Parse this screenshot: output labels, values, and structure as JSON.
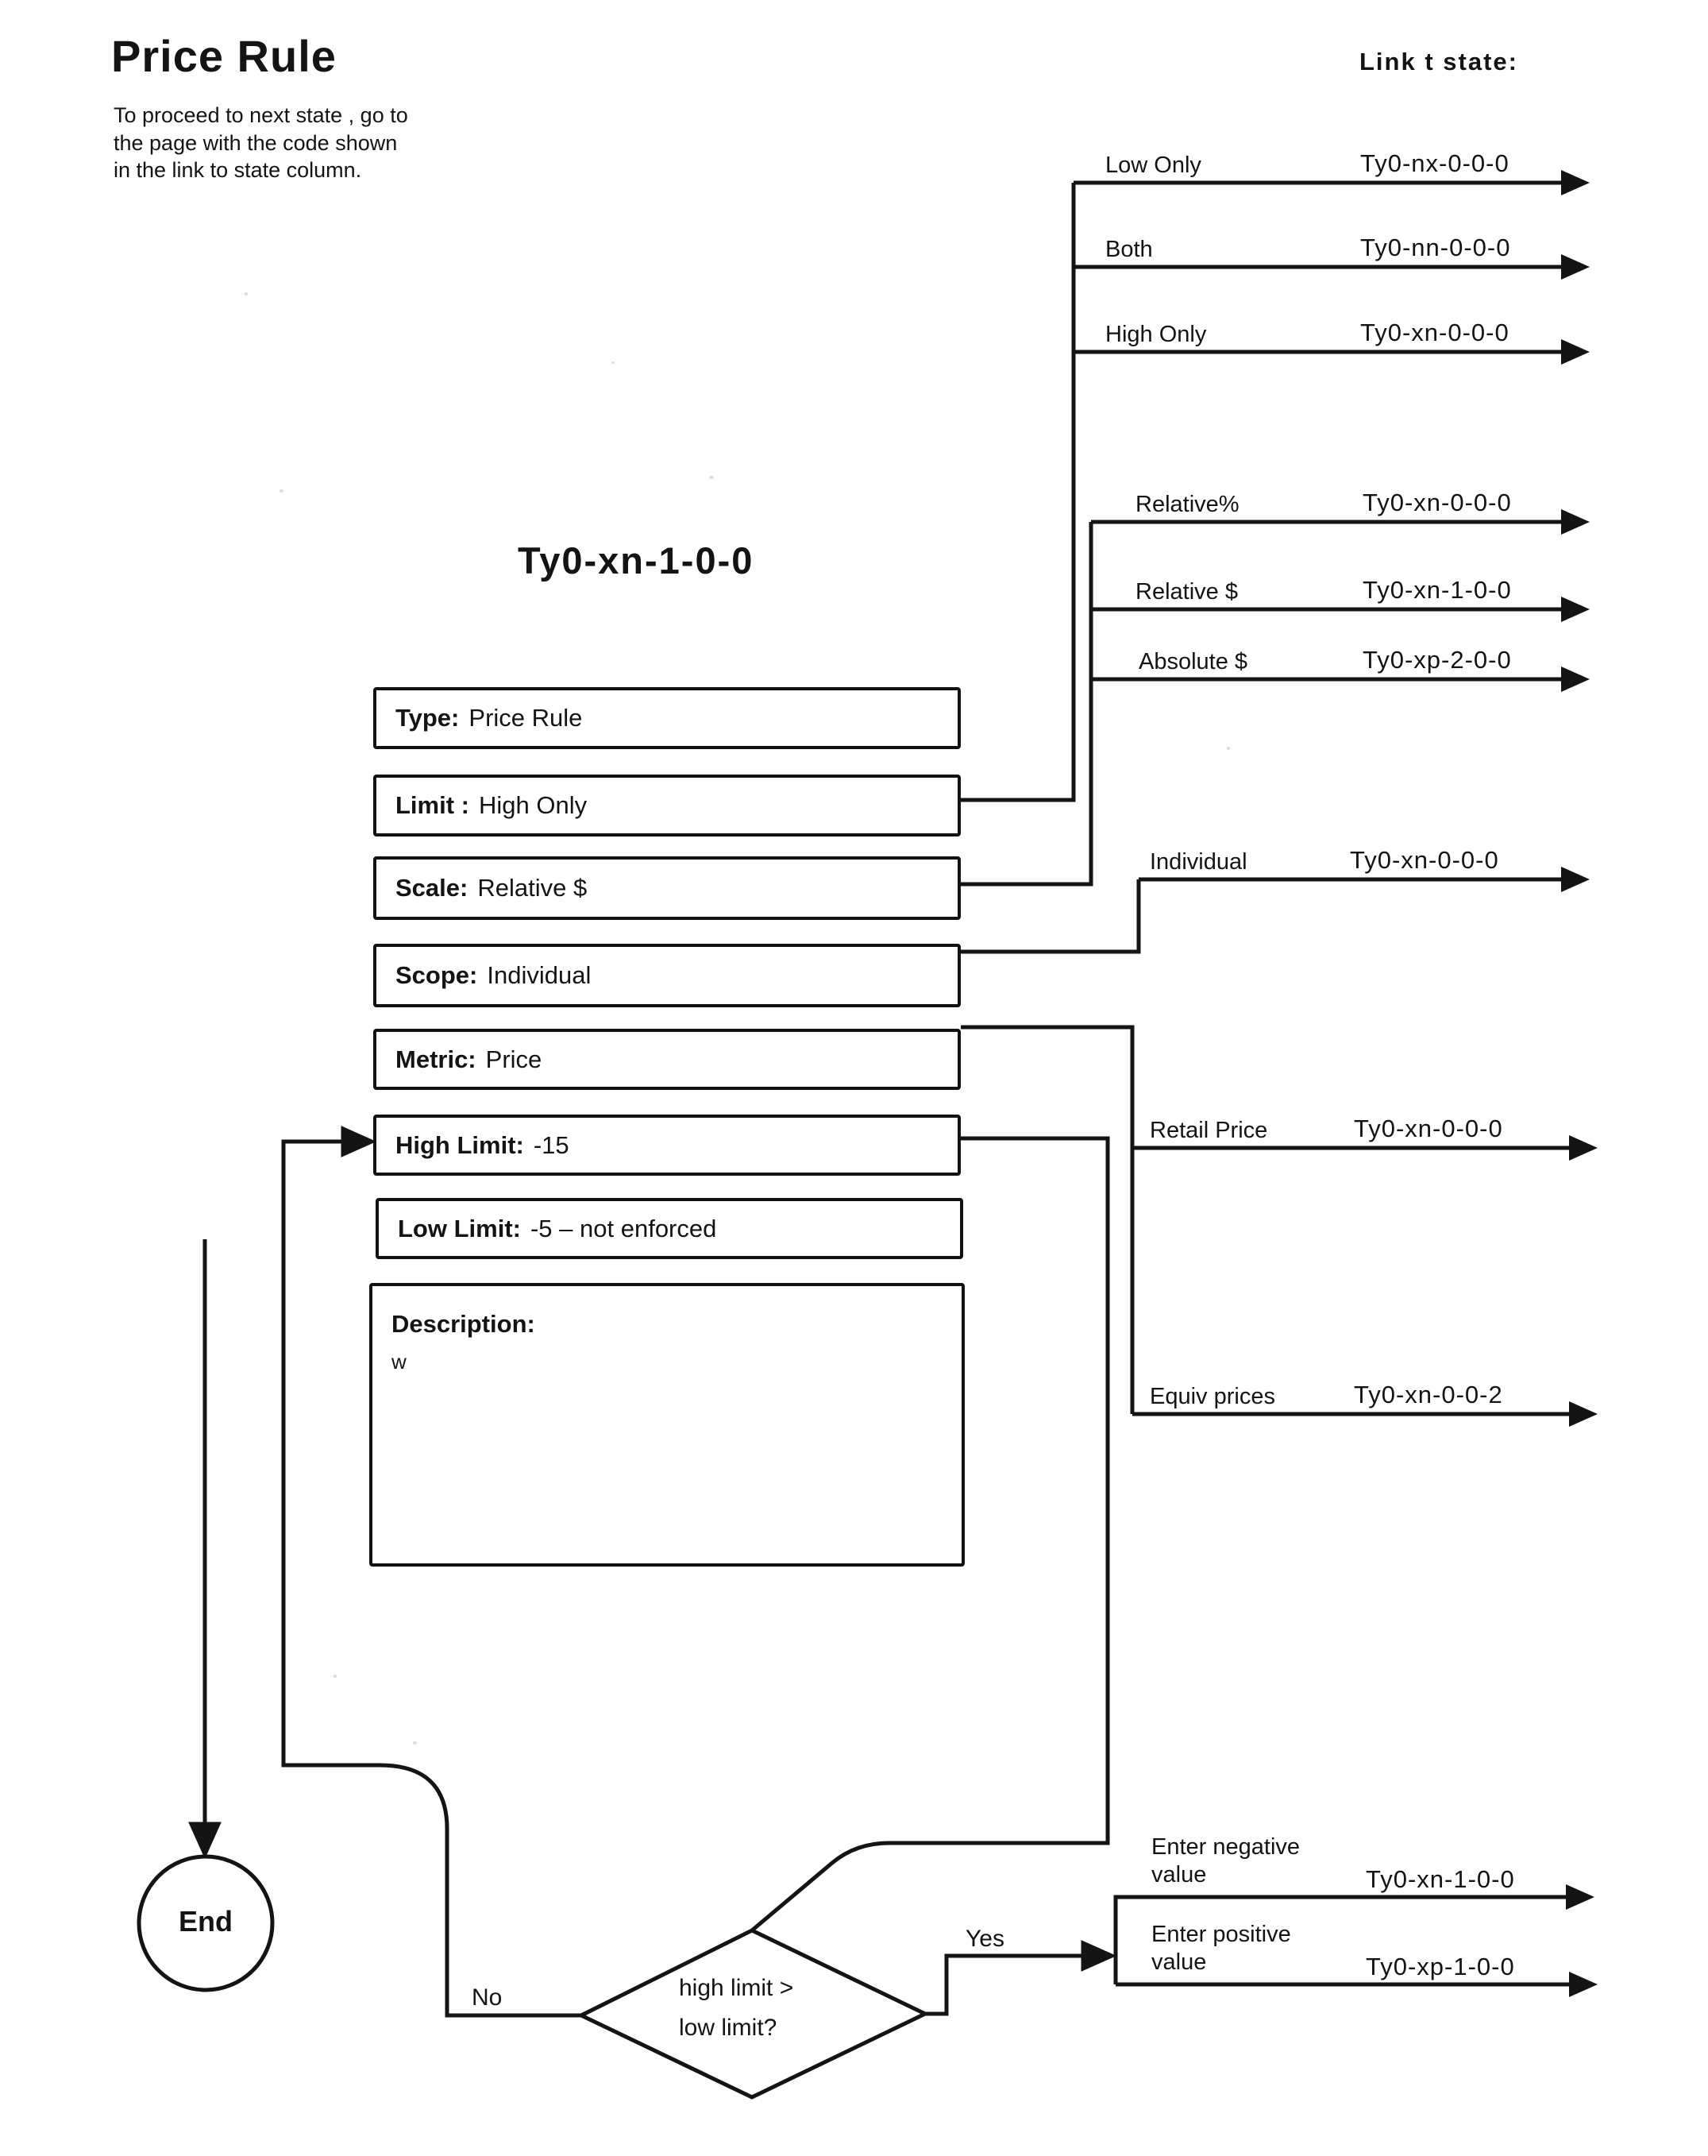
{
  "page": {
    "title": "Price Rule",
    "subtitle": "To proceed to next state , go to the page with the code shown in the link to state column.",
    "column_header": "Link t  state:",
    "state_title": "Ty0-xn-1-0-0"
  },
  "fields": [
    {
      "label": "Type:",
      "value": "Price Rule"
    },
    {
      "label": "Limit :",
      "value": "High Only"
    },
    {
      "label": "Scale:",
      "value": "Relative $"
    },
    {
      "label": "Scope:",
      "value": "Individual"
    },
    {
      "label": "Metric:",
      "value": "Price"
    },
    {
      "label": "High Limit:",
      "value": "-15"
    },
    {
      "label": "Low Limit:",
      "value": "-5 – not enforced"
    },
    {
      "label": "Description:",
      "value": "w"
    }
  ],
  "links": [
    {
      "label": "Low Only",
      "code": "Ty0-nx-0-0-0"
    },
    {
      "label": "Both",
      "code": "Ty0-nn-0-0-0"
    },
    {
      "label": "High Only",
      "code": "Ty0-xn-0-0-0"
    },
    {
      "label": "Relative%",
      "code": "Ty0-xn-0-0-0"
    },
    {
      "label": "Relative $",
      "code": "Ty0-xn-1-0-0"
    },
    {
      "label": "Absolute $",
      "code": "Ty0-xp-2-0-0"
    },
    {
      "label": "Individual",
      "code": "Ty0-xn-0-0-0"
    },
    {
      "label": "Retail Price",
      "code": "Ty0-xn-0-0-0"
    },
    {
      "label": "Equiv prices",
      "code": "Ty0-xn-0-0-2"
    },
    {
      "label": "Enter negative value",
      "code": "Ty0-xn-1-0-0"
    },
    {
      "label": "Enter positive value",
      "code": "Ty0-xp-1-0-0"
    }
  ],
  "decision": {
    "question": "high limit > low limit?",
    "yes_label": "Yes",
    "no_label": "No"
  },
  "terminal": {
    "end_label": "End"
  },
  "colors": {
    "ink": "#141414",
    "paper": "#fefefe"
  }
}
